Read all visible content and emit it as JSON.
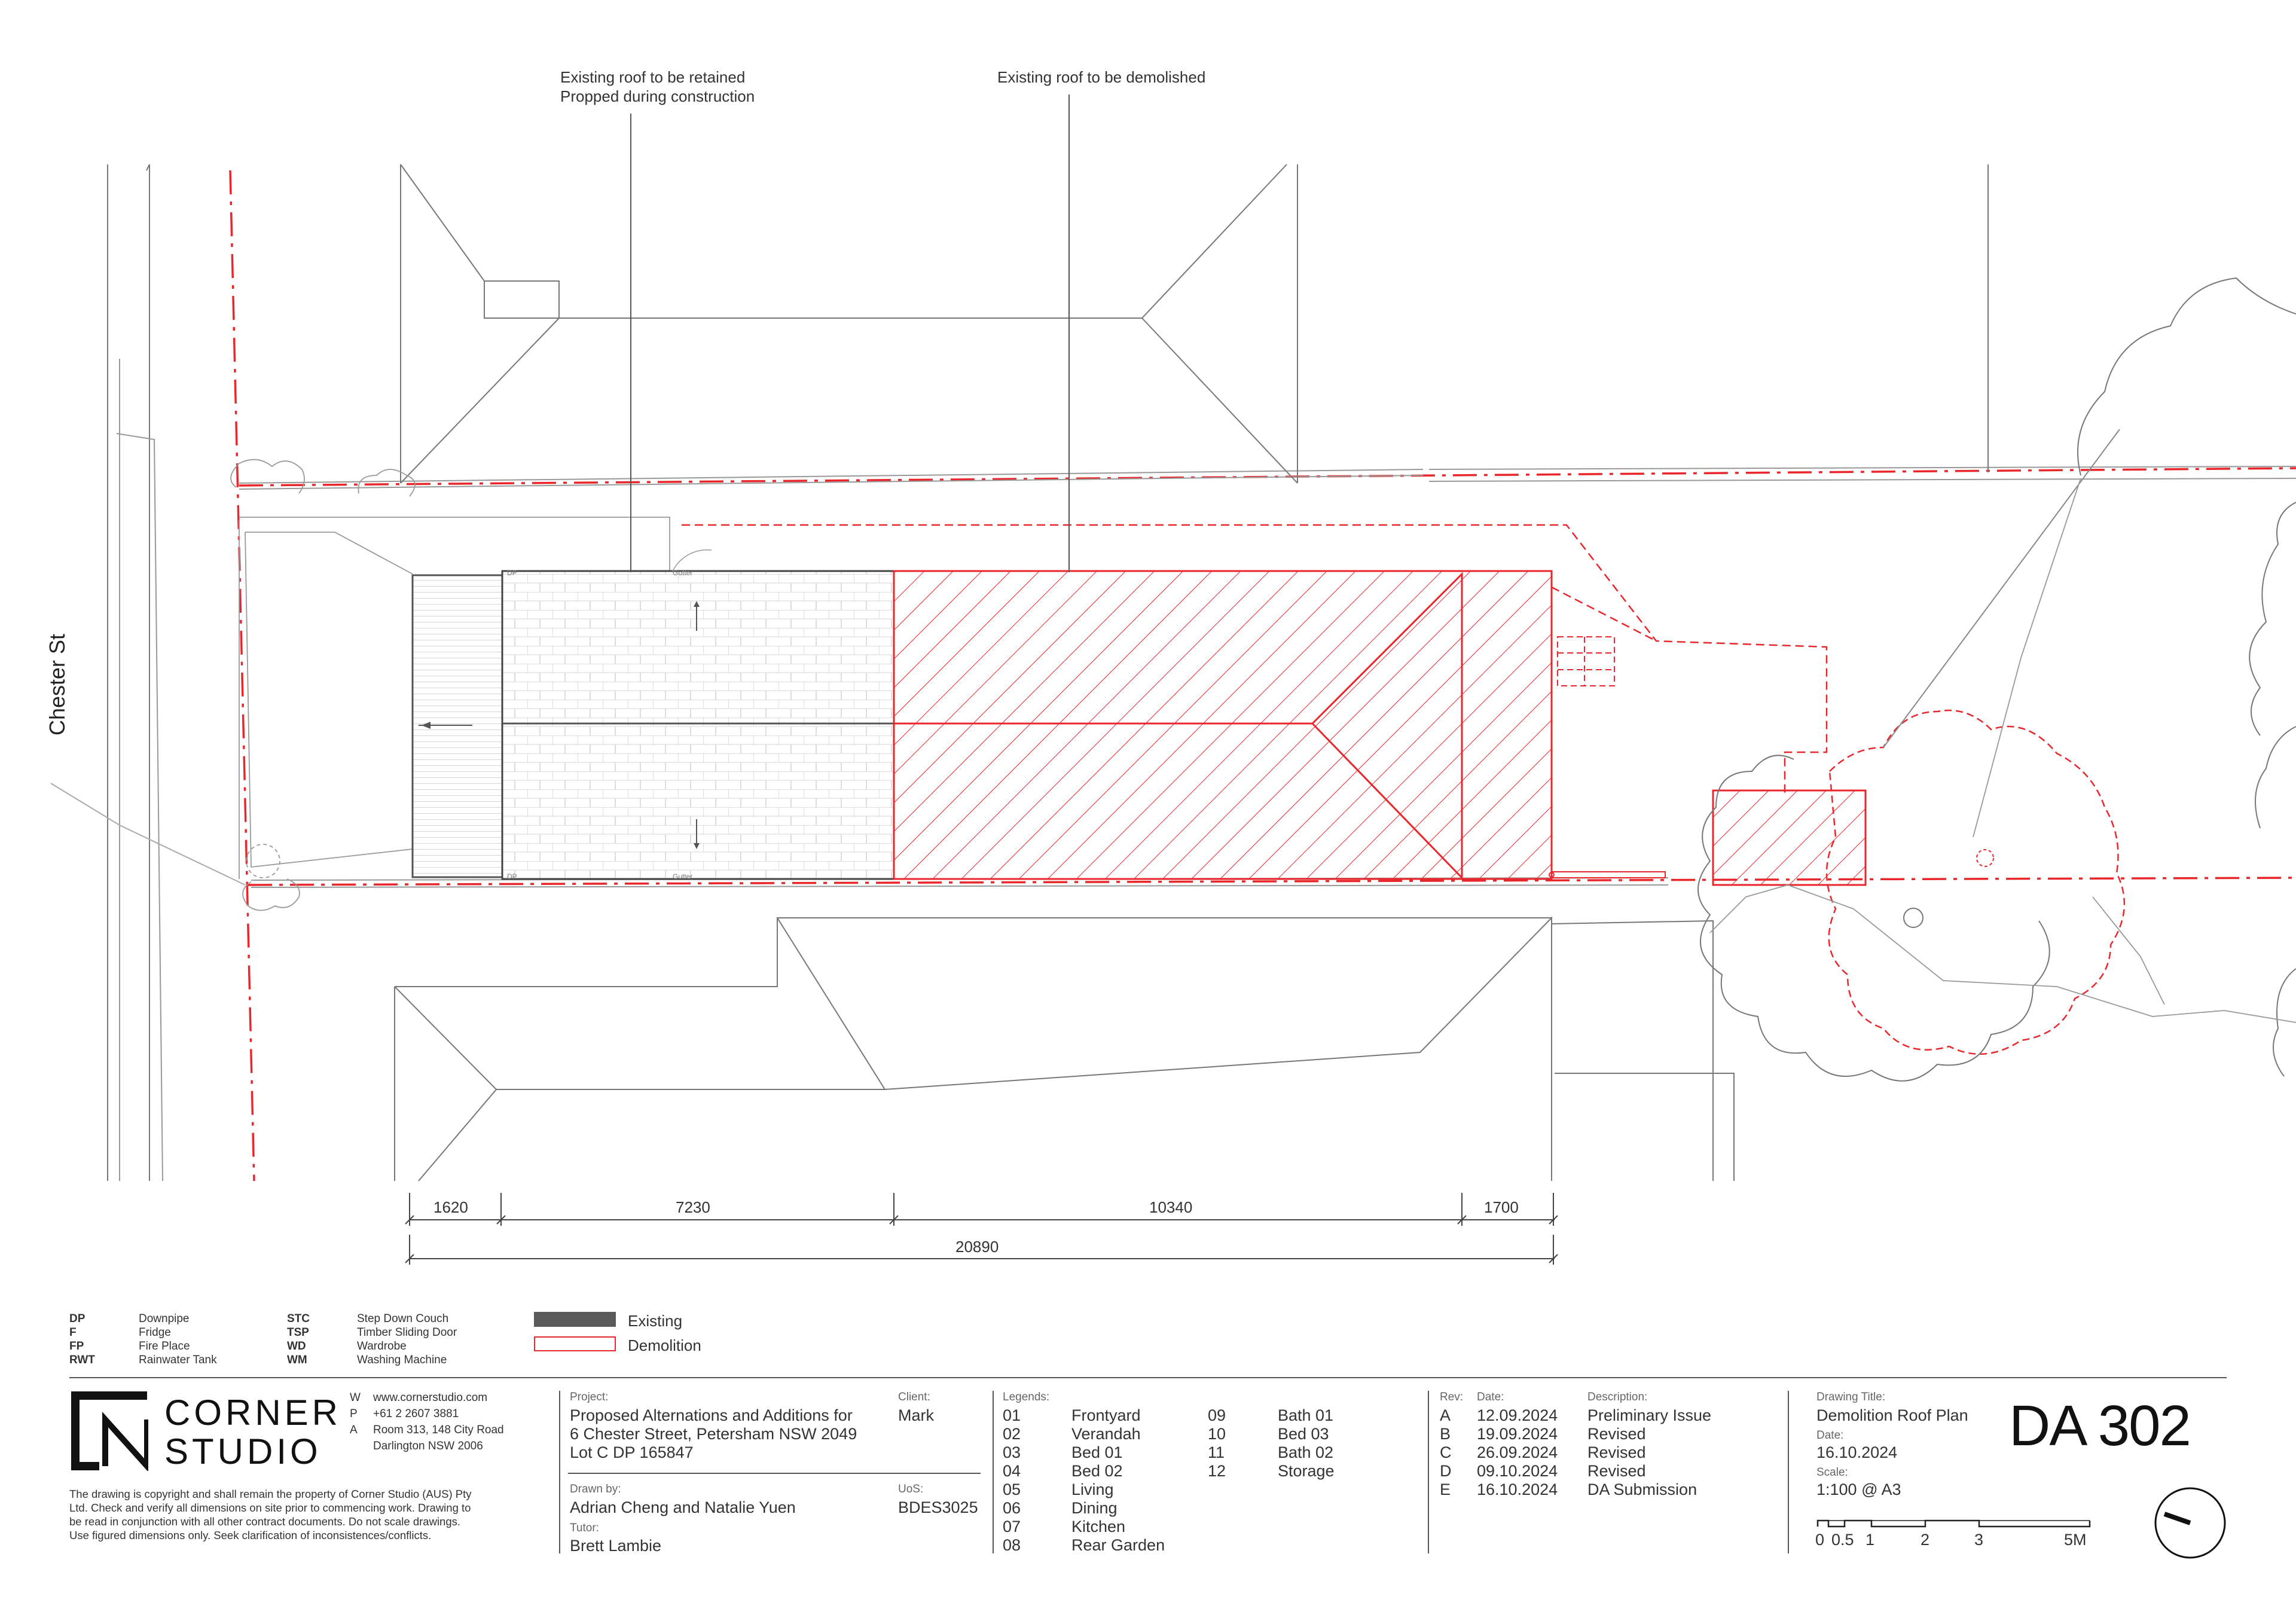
{
  "annotations": {
    "retained_line1": "Existing roof to be retained",
    "retained_line2": "Propped during construction",
    "demolished": "Existing roof to be demolished",
    "street": "Chester St",
    "dp_tag": "DP",
    "gutter_tag": "Gutter"
  },
  "dimensions": {
    "d1": "1620",
    "d2": "7230",
    "d3": "10340",
    "d4": "1700",
    "total": "20890"
  },
  "abbreviations": [
    {
      "code": "DP",
      "text": "Downpipe"
    },
    {
      "code": "F",
      "text": "Fridge"
    },
    {
      "code": "FP",
      "text": "Fire Place"
    },
    {
      "code": "RWT",
      "text": "Rainwater Tank"
    },
    {
      "code": "STC",
      "text": "Step Down Couch"
    },
    {
      "code": "TSP",
      "text": "Timber Sliding Door"
    },
    {
      "code": "WD",
      "text": "Wardrobe"
    },
    {
      "code": "WM",
      "text": "Washing Machine"
    }
  ],
  "key": {
    "existing": "Existing",
    "demolition": "Demolition",
    "existing_color": "#5a5a5a",
    "demolition_color": "#e8262b"
  },
  "firm": {
    "name_line1": "CORNER",
    "name_line2": "STUDIO",
    "web_label": "W",
    "web": "www.cornerstudio.com",
    "phone_label": "P",
    "phone": "+61 2 2607 3881",
    "address_label": "A",
    "address1": "Room 313, 148 City Road",
    "address2": "Darlington NSW 2006",
    "disclaimer1": "The drawing is copyright and shall remain the property of Corner Studio (AUS) Pty",
    "disclaimer2": "Ltd. Check and verify all dimensions on site prior to commencing work. Drawing to",
    "disclaimer3": "be read in conjunction with all other contract documents. Do not scale drawings.",
    "disclaimer4": "Use figured dimensions only. Seek clarification of inconsistences/conflicts."
  },
  "project": {
    "label": "Project:",
    "line1": "Proposed Alternations and Additions for",
    "line2": "6 Chester Street, Petersham NSW 2049",
    "line3": "Lot C DP 165847",
    "client_label": "Client:",
    "client": "Mark",
    "drawn_label": "Drawn by:",
    "drawn": "Adrian Cheng and Natalie Yuen",
    "uos_label": "UoS:",
    "uos": "BDES3025",
    "tutor_label": "Tutor:",
    "tutor": "Brett Lambie"
  },
  "legends": {
    "label": "Legends:",
    "items": [
      {
        "num": "01",
        "name": "Frontyard"
      },
      {
        "num": "02",
        "name": "Verandah"
      },
      {
        "num": "03",
        "name": "Bed 01"
      },
      {
        "num": "04",
        "name": "Bed 02"
      },
      {
        "num": "05",
        "name": "Living"
      },
      {
        "num": "06",
        "name": "Dining"
      },
      {
        "num": "07",
        "name": "Kitchen"
      },
      {
        "num": "08",
        "name": "Rear Garden"
      },
      {
        "num": "09",
        "name": "Bath 01"
      },
      {
        "num": "10",
        "name": "Bed 03"
      },
      {
        "num": "11",
        "name": "Bath 02"
      },
      {
        "num": "12",
        "name": "Storage"
      }
    ]
  },
  "revisions": {
    "rev_label": "Rev:",
    "date_label": "Date:",
    "desc_label": "Description:",
    "rows": [
      {
        "rev": "A",
        "date": "12.09.2024",
        "desc": "Preliminary Issue"
      },
      {
        "rev": "B",
        "date": "19.09.2024",
        "desc": "Revised"
      },
      {
        "rev": "C",
        "date": "26.09.2024",
        "desc": "Revised"
      },
      {
        "rev": "D",
        "date": "09.10.2024",
        "desc": "Revised"
      },
      {
        "rev": "E",
        "date": "16.10.2024",
        "desc": "DA Submission"
      }
    ]
  },
  "drawing": {
    "title_label": "Drawing Title:",
    "title": "Demolition Roof Plan",
    "date_label": "Date:",
    "date": "16.10.2024",
    "scale_label": "Scale:",
    "scale": "1:100 @ A3",
    "number": "DA 302",
    "scalebar": [
      "0",
      "0.5",
      "1",
      "2",
      "3",
      "5M"
    ]
  }
}
